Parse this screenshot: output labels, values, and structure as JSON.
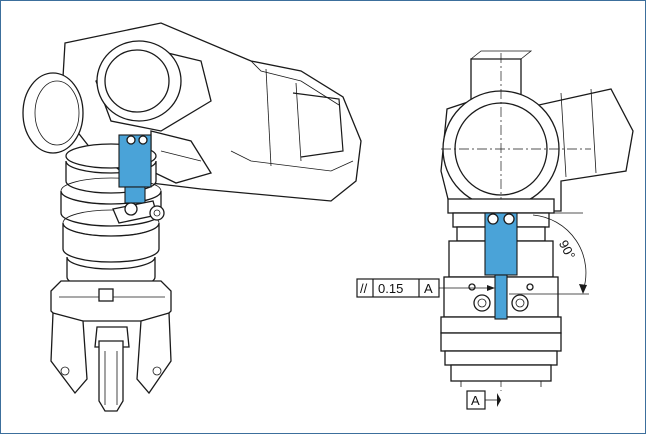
{
  "figure": {
    "parallelism_symbol": "//",
    "tolerance_value": "0.15",
    "datum_ref": "A",
    "datum_label": "A",
    "angle_label": "90°"
  },
  "colors": {
    "frame": "#3c6f9c",
    "highlight_part": "#4aa3d8",
    "linework": "#1a1a1a"
  }
}
